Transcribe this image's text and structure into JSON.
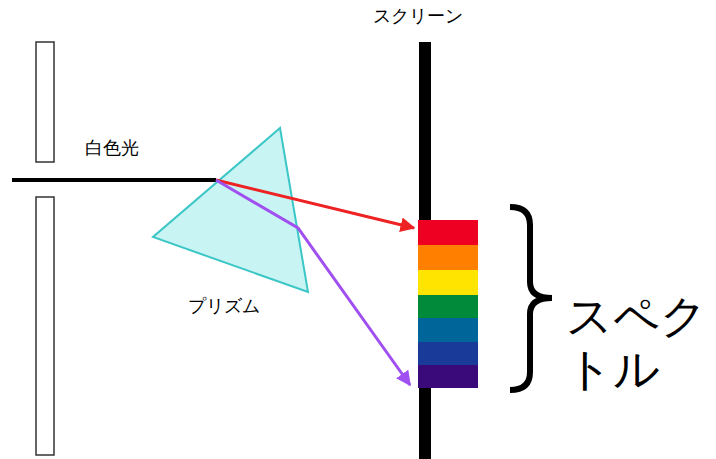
{
  "diagram": {
    "labels": [
      "スクリーン",
      "白色光",
      "プリズム",
      "スペクトル"
    ]
  }
}
